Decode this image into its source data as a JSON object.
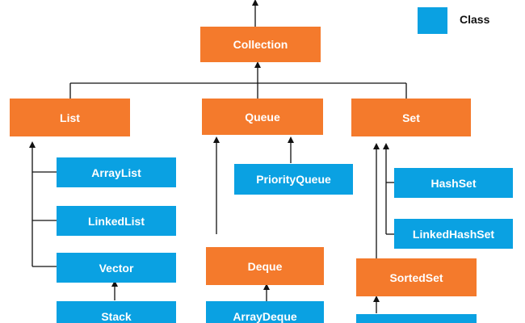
{
  "legend": {
    "label": "Class",
    "swatch_color": "#0aa1e2"
  },
  "colors": {
    "interface": "#f47a2c",
    "class": "#0aa1e2",
    "connector": "#111111"
  },
  "nodes": {
    "collection": "Collection",
    "list": "List",
    "queue": "Queue",
    "set": "Set",
    "arraylist": "ArrayList",
    "linkedlist": "LinkedList",
    "vector": "Vector",
    "stack": "Stack",
    "priorityqueue": "PriorityQueue",
    "deque": "Deque",
    "arraydeque": "ArrayDeque",
    "hashset": "HashSet",
    "linkedhashset": "LinkedHashSet",
    "sortedset": "SortedSet",
    "treeset": ""
  }
}
